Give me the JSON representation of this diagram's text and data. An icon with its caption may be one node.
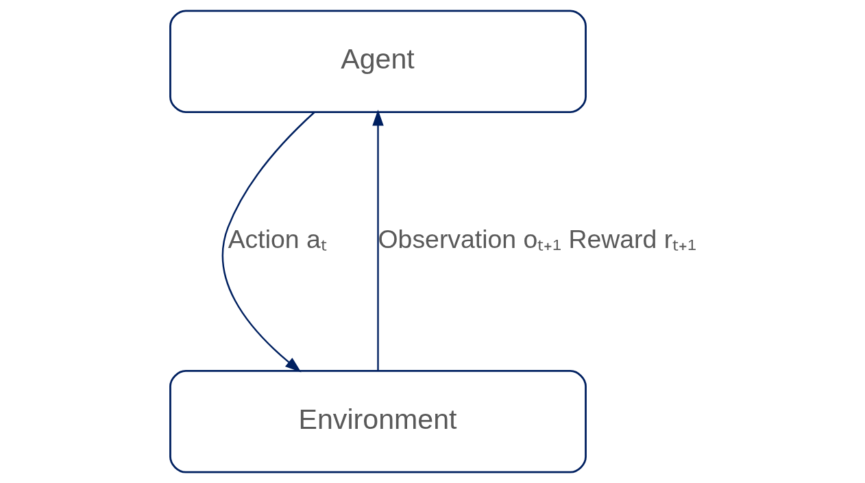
{
  "diagram": {
    "nodes": [
      {
        "text": [
          "Agent"
        ]
      },
      {
        "text": [
          "Environment"
        ]
      }
    ],
    "edges": [
      {
        "from": 0,
        "to": 1,
        "arrow": "to",
        "label": "Action aₜ"
      },
      {
        "from": 1,
        "to": 0,
        "arrow": "to",
        "label": "Observation oₜ₊₁ Reward rₜ₊₁"
      }
    ]
  }
}
